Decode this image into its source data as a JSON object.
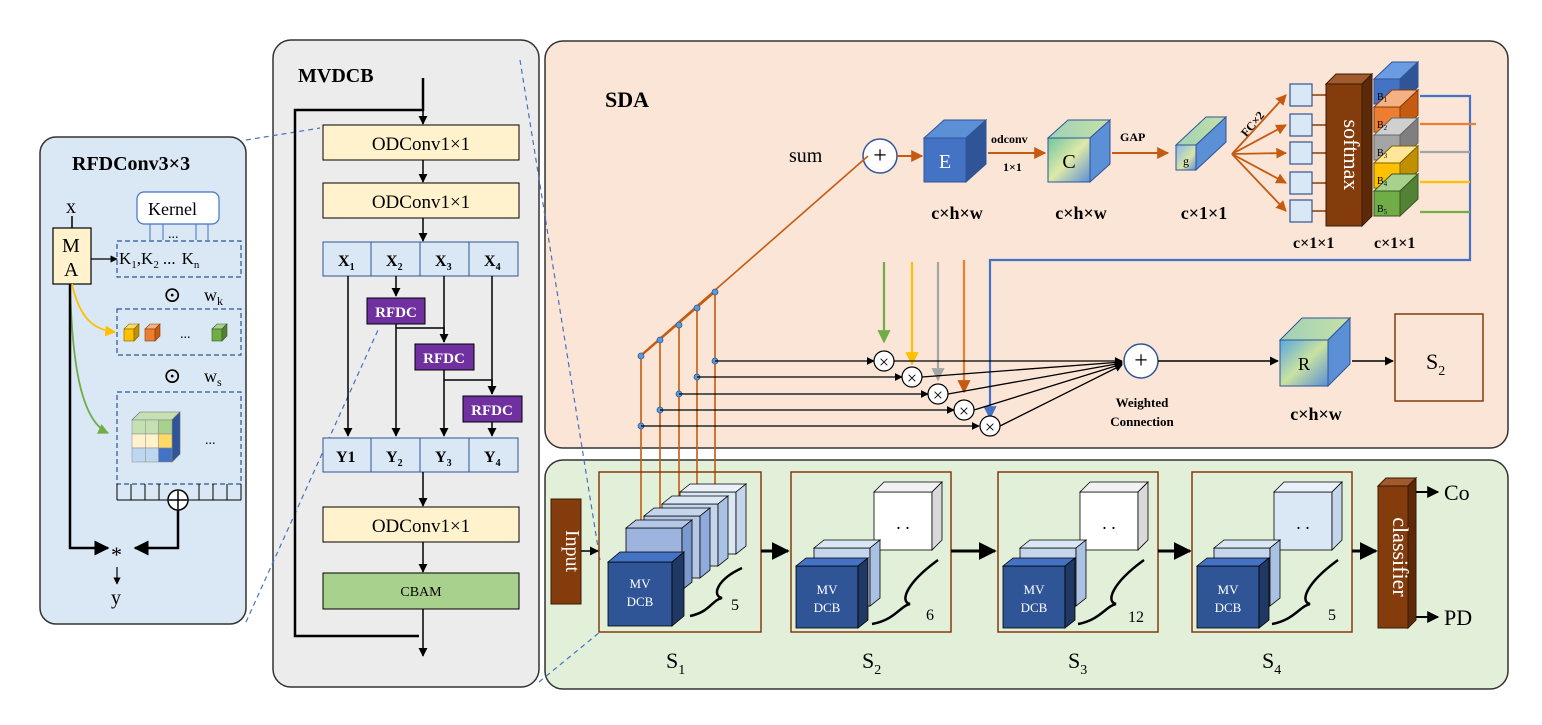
{
  "rfdconv": {
    "title": "RFDConv3×3",
    "x_label": "x",
    "ma_m": "M",
    "ma_a": "A",
    "kernel_label": "Kernel",
    "kernel_dots": "...",
    "k_list": {
      "k": "K",
      "one": "1",
      "two": "2",
      "dots": "...",
      "n": "n",
      "sep": ","
    },
    "dot_op": "⊙",
    "wk": {
      "w": "w",
      "sub": "k"
    },
    "ws": {
      "w": "w",
      "sub": "s"
    },
    "cube_dots": "...",
    "grid_dots": "...",
    "star": "*",
    "y_label": "y"
  },
  "mvdcb": {
    "title": "MVDCB",
    "odconv_1": "ODConv1×1",
    "odconv_2": "ODConv1×1",
    "odconv_3": "ODConv1×1",
    "x_cells": [
      {
        "main": "X",
        "sub": "1"
      },
      {
        "main": "X",
        "sub": "2"
      },
      {
        "main": "X",
        "sub": "3"
      },
      {
        "main": "X",
        "sub": "4"
      }
    ],
    "rfdc_1": "RFDC",
    "rfdc_2": "RFDC",
    "rfdc_3": "RFDC",
    "y_cells": [
      {
        "main": "Y1",
        "sub": ""
      },
      {
        "main": "Y",
        "sub": "2"
      },
      {
        "main": "Y",
        "sub": "3"
      },
      {
        "main": "Y",
        "sub": "4"
      }
    ],
    "cbam": "CBAM"
  },
  "sda": {
    "title": "SDA",
    "sum_label": "sum",
    "plus": "+",
    "e_label": "E",
    "e_dim": "c×h×w",
    "odconv_label": "odconv",
    "odconv_sub": "1×1",
    "c_label": "C",
    "c_dim": "c×h×w",
    "gap_label": "GAP",
    "g_label": "g",
    "g_dim": "c×1×1",
    "fc_label": "FC×2",
    "softmax_label": "softmax",
    "fc_dim": "c×1×1",
    "b_dim": "c×1×1",
    "b_labels": [
      {
        "main": "B",
        "sub": "1"
      },
      {
        "main": "B",
        "sub": "2"
      },
      {
        "main": "B",
        "sub": "3"
      },
      {
        "main": "B",
        "sub": "4"
      },
      {
        "main": "B",
        "sub": "5"
      }
    ],
    "mult": "×",
    "weighted_1": "Weighted",
    "weighted_2": "Connection",
    "r_label": "R",
    "r_dim": "c×h×w",
    "s2": {
      "main": "S",
      "sub": "2"
    }
  },
  "backbone": {
    "input_label": "Input",
    "mv_line1": "MV",
    "mv_line2": "DCB",
    "stages": [
      {
        "label": "S",
        "sub": "1",
        "count": "5"
      },
      {
        "label": "S",
        "sub": "2",
        "count": "6"
      },
      {
        "label": "S",
        "sub": "3",
        "count": "12"
      },
      {
        "label": "S",
        "sub": "4",
        "count": "5"
      }
    ],
    "stage_dots": ". .",
    "classifier_label": "classifier",
    "outputs": [
      "Co",
      "PD"
    ]
  },
  "colors": {
    "rfd_bg": "#dae8f5",
    "mvdcb_bg": "#ececec",
    "sda_bg": "#fbe5d6",
    "backbone_bg": "#e2efd9",
    "odconv_fill": "#fff2cc",
    "cbam_fill": "#a9d18e",
    "cell_fill": "#dae8f5",
    "rfdc_fill": "#7030a0",
    "brown": "#843c0c",
    "dark_blue": "#2f5597",
    "branch_blue": "#4472c4",
    "branch_orange": "#ed7d31",
    "branch_gray": "#a5a5a5",
    "branch_yellow": "#ffc000",
    "branch_green": "#70ad47"
  }
}
